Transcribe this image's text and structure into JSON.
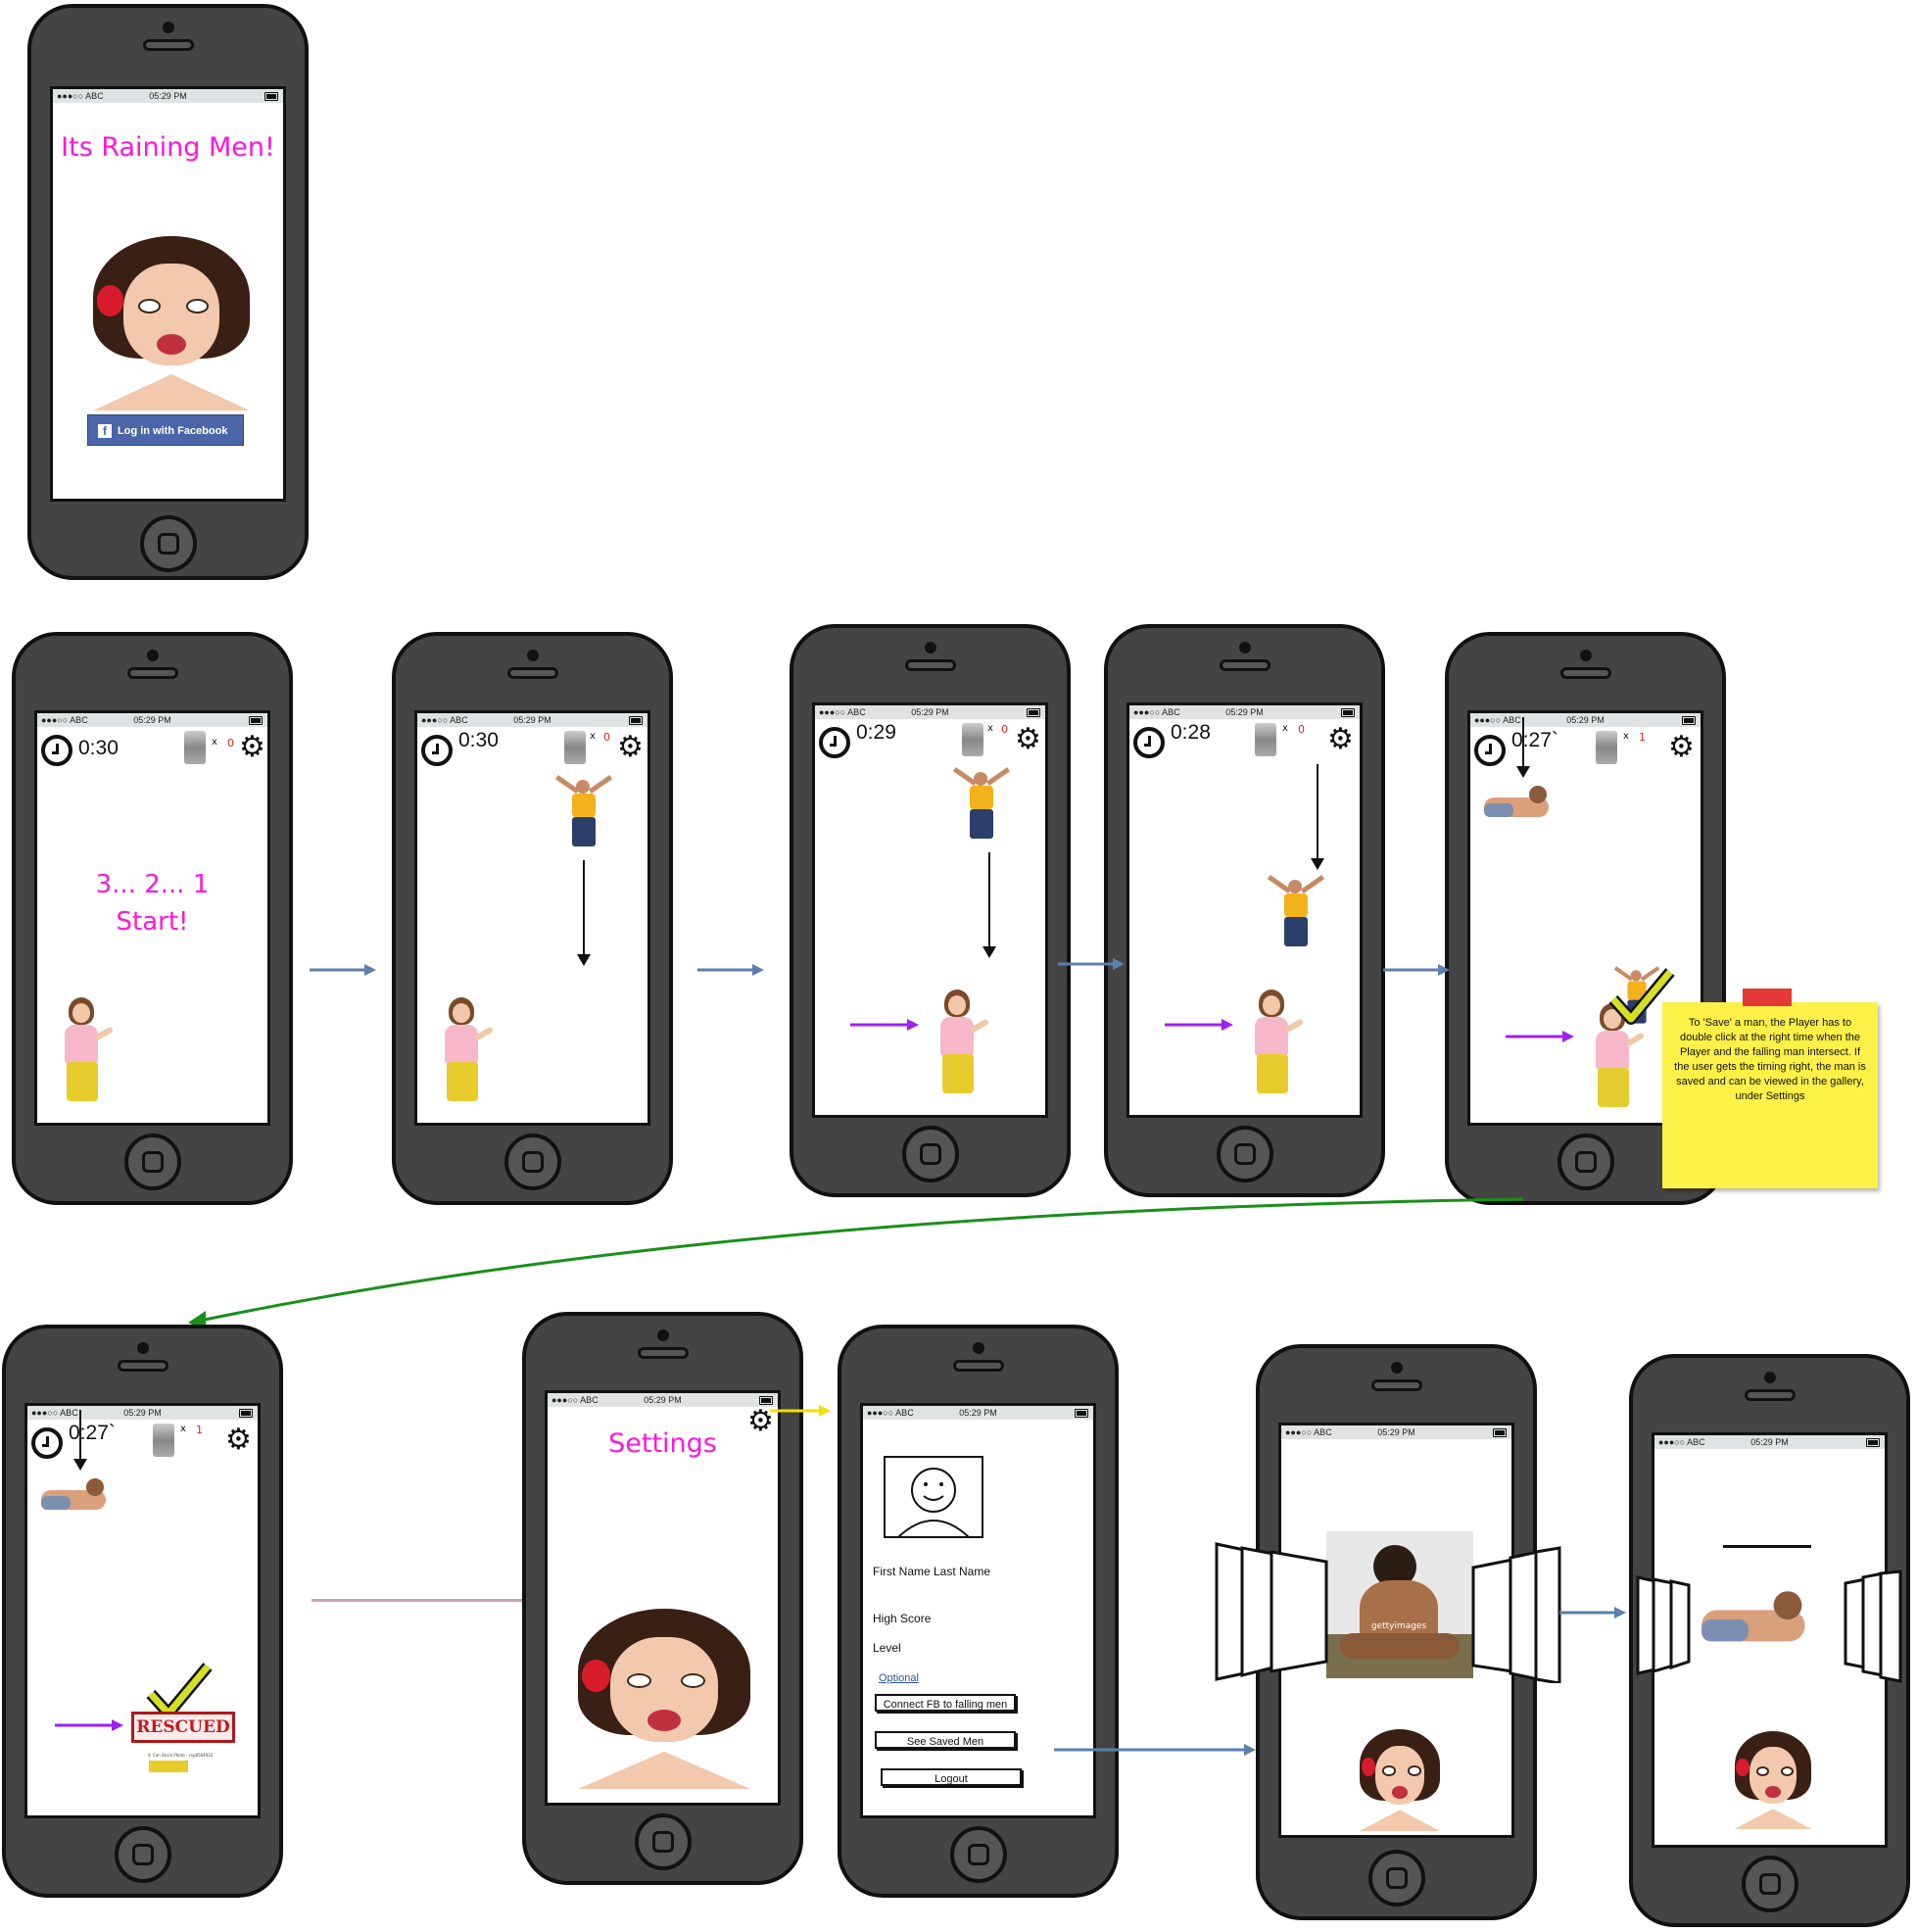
{
  "status_bar": {
    "signal": "●●●○○ ABC",
    "time": "05:29 PM"
  },
  "login_screen": {
    "title": "Its Raining Men!",
    "facebook_button": "Log in with Facebook"
  },
  "game_screens": [
    {
      "timer": "0:30",
      "x": "x",
      "count": "0",
      "message_line1": "3... 2... 1",
      "message_line2": "Start!"
    },
    {
      "timer": "0:30",
      "x": "x",
      "count": "0"
    },
    {
      "timer": "0:29",
      "x": "x",
      "count": "0"
    },
    {
      "timer": "0:28",
      "x": "x",
      "count": "0"
    },
    {
      "timer": "0:27`",
      "x": "x",
      "count": "1"
    },
    {
      "timer": "0:27`",
      "x": "x",
      "count": "1",
      "rescued": "RESCUED",
      "stamp_caption": "© Can Stock Photo - csp8564933"
    }
  ],
  "sticky_note": {
    "text": "To 'Save' a man, the Player has to double click at the right time when the Player and the falling man intersect. If the user gets the timing right, the man is saved and can be viewed in the gallery, under Settings"
  },
  "settings_screen": {
    "title": "Settings"
  },
  "profile_screen": {
    "name": "First Name Last Name",
    "high_score": "High Score",
    "level": "Level",
    "optional": "Optional",
    "connect_button": "Connect FB to falling men",
    "saved_button": "See Saved Men",
    "logout_button": "Logout"
  },
  "gallery_screen": {
    "watermark": "gettyimages"
  },
  "colors": {
    "accent_magenta": "#ff16d8",
    "flow_arrow": "#5b7fae",
    "purple_arrow": "#a020f0",
    "green_arrow": "#1a8f1a",
    "yellow_arrow": "#f0e000",
    "facebook_blue": "#4a66a8"
  },
  "icons": [
    "clock-icon",
    "gear-icon",
    "facebook-icon",
    "smiley-avatar-icon",
    "checkmark-icon"
  ]
}
